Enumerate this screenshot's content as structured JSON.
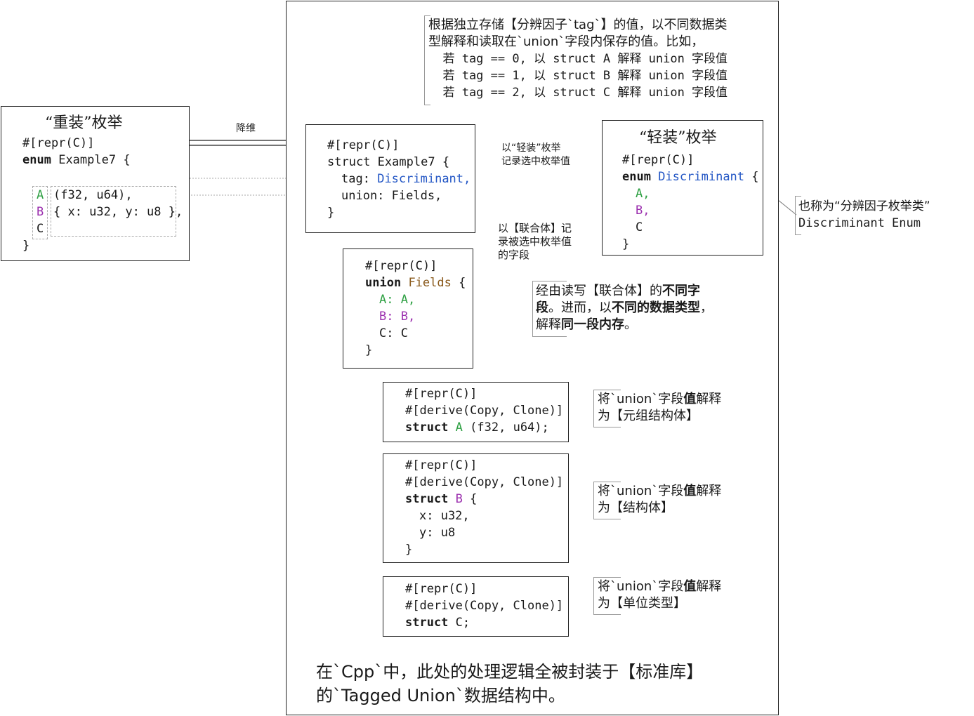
{
  "heavy_enum": {
    "title": "“重装”枚举",
    "attr": "#[repr(C)]",
    "kw_enum": "enum",
    "name": "Example7",
    "brace_open": "{",
    "brace_close": "}",
    "variants": [
      {
        "label": "A",
        "payload": "(f32, u64),"
      },
      {
        "label": "B",
        "payload": "{ x: u32, y: u8 },"
      },
      {
        "label": "C",
        "payload": ""
      }
    ]
  },
  "arrow_label": "降维",
  "struct_box": {
    "attr": "#[repr(C)]",
    "kw_struct": "struct",
    "name": "Example7",
    "brace_open": "{",
    "tag_field": "tag:",
    "tag_type": "Discriminant,",
    "union_field": "union: Fields,",
    "brace_close": "}"
  },
  "top_note": {
    "line1": "根据独立存储【分辨因子`tag`】的值，以不同数据类",
    "line2": "型解释和读取在`union`字段内保存的值。比如，",
    "line3": "  若 tag == 0, 以 struct A 解释 union 字段值",
    "line4": "  若 tag == 1, 以 struct B 解释 union 字段值",
    "line5": "  若 tag == 2, 以 struct C 解释 union 字段值"
  },
  "light_enum": {
    "title": "“轻装”枚举",
    "attr": "#[repr(C)]",
    "kw_enum": "enum",
    "name": "Discriminant",
    "brace_open": "{",
    "variants": [
      "A,",
      "B,",
      "C"
    ],
    "brace_close": "}"
  },
  "light_note": {
    "line1": "以“轻装”枚举",
    "line2": "记录选中枚举值"
  },
  "alias_note": {
    "line1": "也称为“分辨因子枚举类”",
    "line2": "Discriminant Enum"
  },
  "union_note": {
    "line1": "以【联合体】记",
    "line2": "录被选中枚举值",
    "line3": "的字段"
  },
  "union_box": {
    "attr": "#[repr(C)]",
    "kw_union": "union",
    "name": "Fields",
    "brace_open": "{",
    "fields": [
      {
        "key": "A:",
        "val": "A,"
      },
      {
        "key": "B:",
        "val": "B,"
      },
      {
        "key": "C:",
        "val": "C"
      }
    ],
    "brace_close": "}"
  },
  "rw_note": {
    "line1_a": "经由读写【联合体】的",
    "line1_b": "不同字",
    "line2_a": "段",
    "line2_b": "。进而，以",
    "line2_c": "不同的数据类型",
    "line2_d": "，",
    "line3_a": "解释",
    "line3_b": "同一段内存",
    "line3_c": "。"
  },
  "struct_a": {
    "attr": "#[repr(C)]",
    "derive": "#[derive(Copy, Clone)]",
    "kw_struct": "struct",
    "name": "A",
    "rest": "(f32, u64);"
  },
  "struct_a_note": {
    "line1_a": "将`union`字段",
    "line1_b": "值",
    "line1_c": "解释",
    "line2": "为【元组结构体】"
  },
  "struct_b": {
    "attr": "#[repr(C)]",
    "derive": "#[derive(Copy, Clone)]",
    "kw_struct": "struct",
    "name": "B",
    "brace_open": "{",
    "field_x": "x: u32,",
    "field_y": "y: u8",
    "brace_close": "}"
  },
  "struct_b_note": {
    "line1_a": "将`union`字段",
    "line1_b": "值",
    "line1_c": "解释",
    "line2": "为【结构体】"
  },
  "struct_c": {
    "attr": "#[repr(C)]",
    "derive": "#[derive(Copy, Clone)]",
    "kw_struct": "struct",
    "name": "C;"
  },
  "struct_c_note": {
    "line1_a": "将`union`字段",
    "line1_b": "值",
    "line1_c": "解释",
    "line2": "为【单位类型】"
  },
  "bottom_note": {
    "line1": "在`Cpp`中，此处的处理逻辑全被封装于【标准库】",
    "line2": "的`Tagged Union`数据结构中。"
  }
}
